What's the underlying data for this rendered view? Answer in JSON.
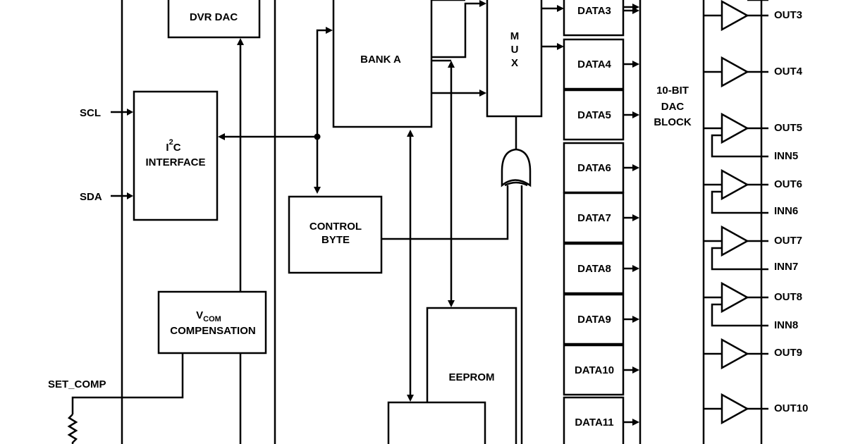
{
  "blocks": {
    "dvr_dac": "DVR DAC",
    "i2c_main": "I",
    "i2c_sup": "2",
    "i2c_c": "C",
    "i2c_interface": "INTERFACE",
    "vcom_v": "V",
    "vcom_sub": "COM",
    "vcom_compensation": "COMPENSATION",
    "bank_a": "BANK A",
    "control_byte_1": "CONTROL",
    "control_byte_2": "BYTE",
    "eeprom": "EEPROM",
    "mux_m": "M",
    "mux_u": "U",
    "mux_x": "X",
    "dac_block_1": "10-BIT",
    "dac_block_2": "DAC",
    "dac_block_3": "BLOCK"
  },
  "inputs": {
    "scl": "SCL",
    "sda": "SDA",
    "set_comp": "SET_COMP"
  },
  "data_registers": [
    "DATA3",
    "DATA4",
    "DATA5",
    "DATA6",
    "DATA7",
    "DATA8",
    "DATA9",
    "DATA10",
    "DATA11"
  ],
  "outputs": [
    "OUT3",
    "OUT4",
    "OUT5",
    "INN5",
    "OUT6",
    "INN6",
    "OUT7",
    "INN7",
    "OUT8",
    "INN8",
    "OUT9",
    "OUT10"
  ]
}
